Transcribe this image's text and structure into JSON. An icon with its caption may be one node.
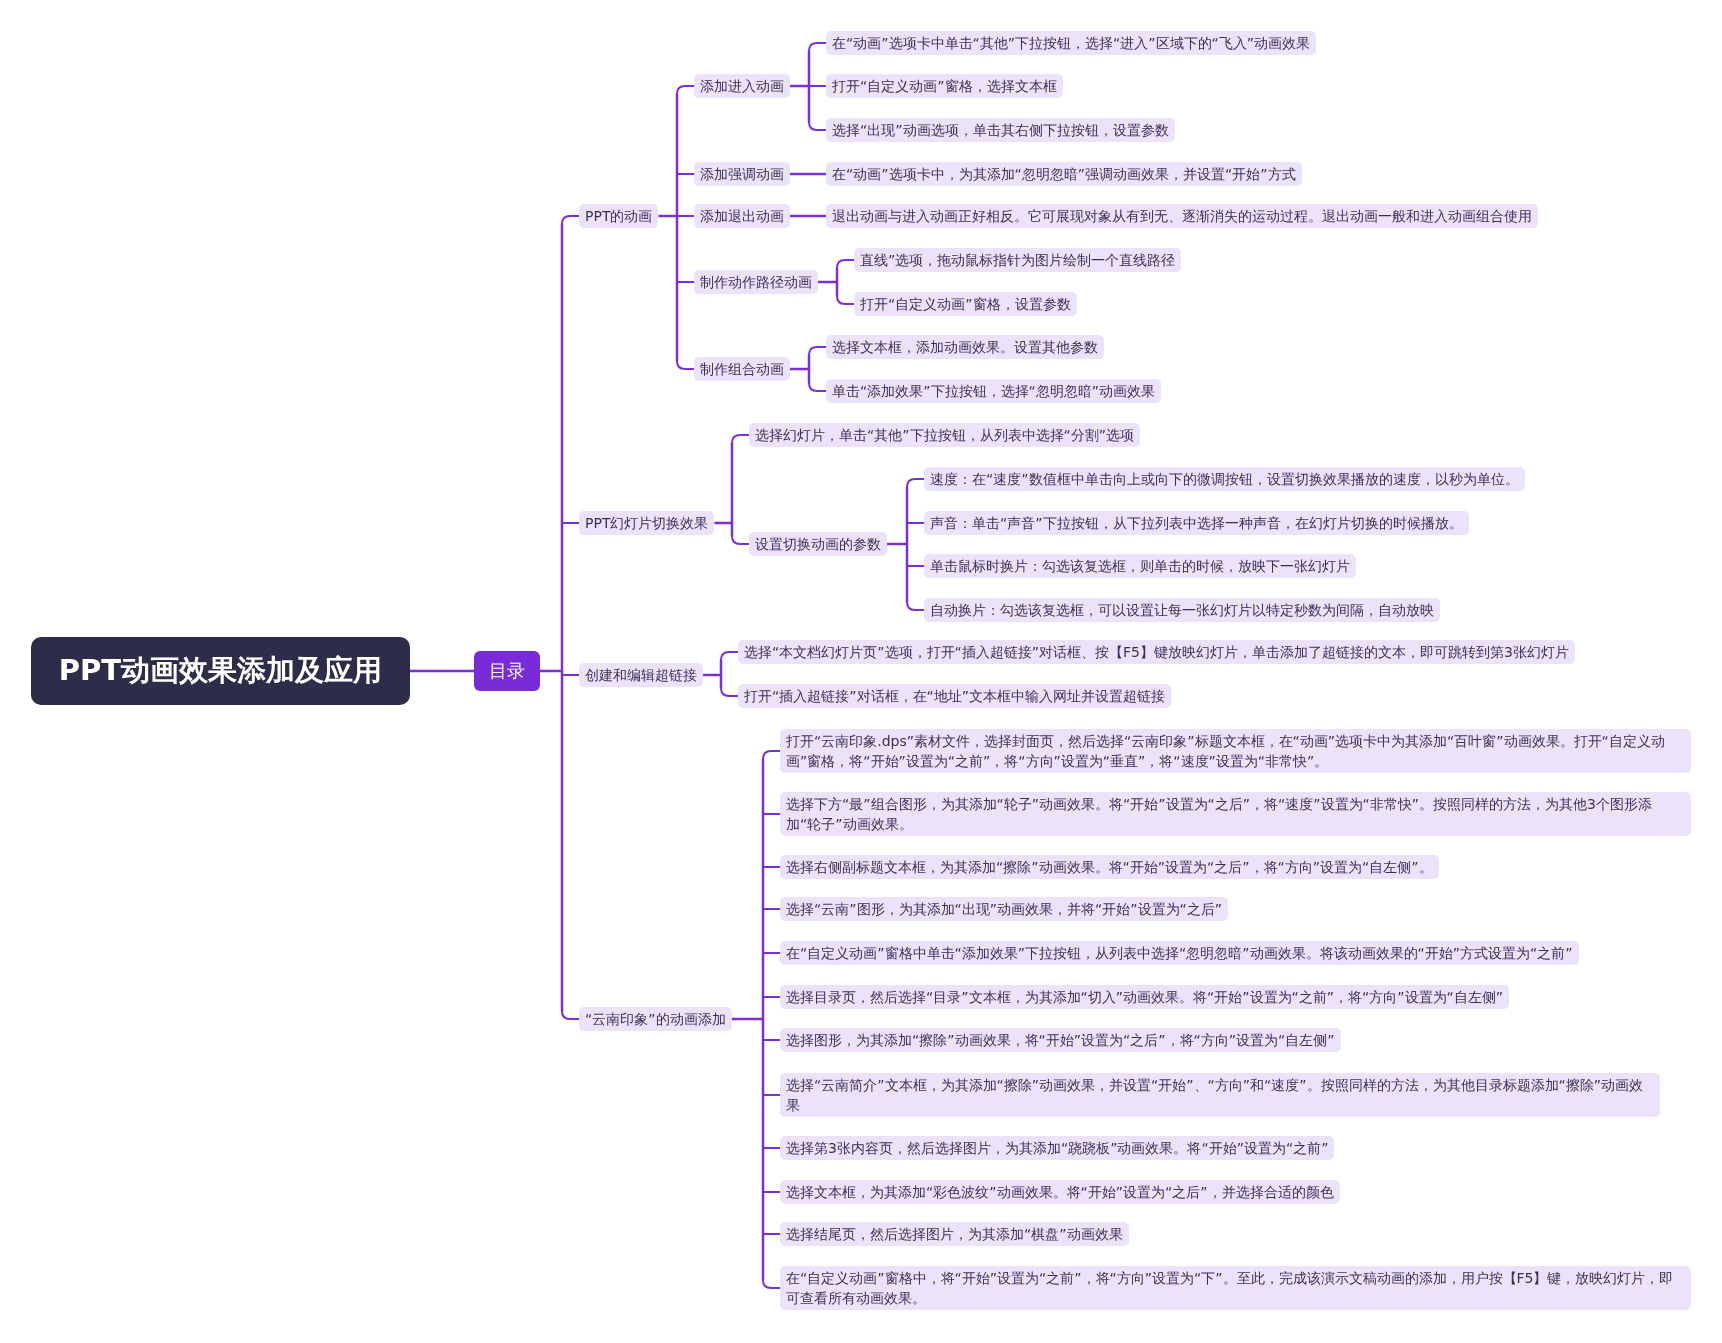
{
  "diagram": {
    "nodes": [
      {
        "text": [
          "PPT动画效果添加及应用"
        ]
      },
      {
        "text": [
          "目录"
        ]
      },
      {
        "text": [
          "PPT的动画"
        ]
      },
      {
        "text": [
          "添加进入动画"
        ]
      },
      {
        "text": [
          "在“动画”选项卡中单击“其他”下拉按钮，选择“进入”区域下的“飞入”动画效果"
        ]
      },
      {
        "text": [
          "打开“自定义动画”窗格，选择文本框"
        ]
      },
      {
        "text": [
          "选择“出现”动画选项，单击其右侧下拉按钮，设置参数"
        ]
      },
      {
        "text": [
          "添加强调动画"
        ]
      },
      {
        "text": [
          "在“动画”选项卡中，为其添加“忽明忽暗”强调动画效果，并设置“开始”方式"
        ]
      },
      {
        "text": [
          "添加退出动画"
        ]
      },
      {
        "text": [
          "退出动画与进入动画正好相反。它可展现对象从有到无、逐渐消失的运动过程。退出动画一般和进入动画组合使用"
        ]
      },
      {
        "text": [
          "制作动作路径动画"
        ]
      },
      {
        "text": [
          "直线”选项，拖动鼠标指针为图片绘制一个直线路径"
        ]
      },
      {
        "text": [
          "打开“自定义动画”窗格，设置参数"
        ]
      },
      {
        "text": [
          "制作组合动画"
        ]
      },
      {
        "text": [
          "选择文本框，添加动画效果。设置其他参数"
        ]
      },
      {
        "text": [
          "单击“添加效果”下拉按钮，选择“忽明忽暗”动画效果"
        ]
      },
      {
        "text": [
          "PPT幻灯片切换效果"
        ]
      },
      {
        "text": [
          "选择幻灯片，单击“其他”下拉按钮，从列表中选择“分割”选项"
        ]
      },
      {
        "text": [
          "设置切换动画的参数"
        ]
      },
      {
        "text": [
          "速度：在“速度”数值框中单击向上或向下的微调按钮，设置切换效果播放的速度，以秒为单位。"
        ]
      },
      {
        "text": [
          "声音：单击“声音”下拉按钮，从下拉列表中选择一种声音，在幻灯片切换的时候播放。"
        ]
      },
      {
        "text": [
          "单击鼠标时换片：勾选该复选框，则单击的时候，放映下一张幻灯片"
        ]
      },
      {
        "text": [
          "自动换片：勾选该复选框，可以设置让每一张幻灯片以特定秒数为间隔，自动放映"
        ]
      },
      {
        "text": [
          "创建和编辑超链接"
        ]
      },
      {
        "text": [
          "选择“本文档幻灯片页”选项，打开“插入超链接”对话框、按【F5】键放映幻灯片，单击添加了超链接的文本，即可跳转到第3张幻灯片"
        ]
      },
      {
        "text": [
          "打开“插入超链接”对话框，在“地址”文本框中输入网址并设置超链接"
        ]
      },
      {
        "text": [
          "“云南印象”的动画添加"
        ]
      },
      {
        "text": [
          "打开“云南印象.dps”素材文件，选择封面页，然后选择“云南印象”标题文本框，在“动画”选项卡中为其添加“百叶窗”动画效果。打开“自定义动画”窗格，将“开始”设置为“之前”，将“方向”设置为“垂直”，将“速度”设置为“非常快”。"
        ]
      },
      {
        "text": [
          "选择下方“最”组合图形，为其添加“轮子”动画效果。将“开始”设置为“之后”，将“速度”设置为“非常快”。按照同样的方法，为其他3个图形添加“轮子”动画效果。"
        ]
      },
      {
        "text": [
          "选择右侧副标题文本框，为其添加“擦除”动画效果。将“开始”设置为“之后”，将“方向”设置为“自左侧”。"
        ]
      },
      {
        "text": [
          "选择“云南”图形，为其添加“出现”动画效果，并将“开始”设置为“之后”"
        ]
      },
      {
        "text": [
          "在“自定义动画”窗格中单击“添加效果”下拉按钮，从列表中选择“忽明忽暗”动画效果。将该动画效果的“开始”方式设置为“之前”"
        ]
      },
      {
        "text": [
          "选择目录页，然后选择“目录”文本框，为其添加“切入”动画效果。将“开始”设置为“之前”，将“方向”设置为“自左侧”"
        ]
      },
      {
        "text": [
          "选择图形，为其添加“擦除”动画效果，将“开始”设置为“之后”，将“方向”设置为“自左侧”"
        ]
      },
      {
        "text": [
          "选择“云南简介”文本框，为其添加“擦除”动画效果，并设置“开始”、“方向”和“速度”。按照同样的方法，为其他目录标题添加“擦除”动画效果"
        ]
      },
      {
        "text": [
          "选择第3张内容页，然后选择图片，为其添加“跷跷板”动画效果。将“开始”设置为“之前”"
        ]
      },
      {
        "text": [
          "选择文本框，为其添加“彩色波纹”动画效果。将“开始”设置为“之后”，并选择合适的颜色"
        ]
      },
      {
        "text": [
          "选择结尾页，然后选择图片，为其添加“棋盘”动画效果"
        ]
      },
      {
        "text": [
          "在“自定义动画”窗格中，将“开始”设置为“之前”，将“方向”设置为“下”。至此，完成该演示文稿动画的添加，用户按【F5】键，放映幻灯片，即可查看所有动画效果。"
        ]
      }
    ],
    "edges": [
      {
        "from": 0,
        "to": 1,
        "arrow": "none"
      },
      {
        "from": 1,
        "to": 2,
        "arrow": "none"
      },
      {
        "from": 1,
        "to": 17,
        "arrow": "none"
      },
      {
        "from": 1,
        "to": 24,
        "arrow": "none"
      },
      {
        "from": 1,
        "to": 27,
        "arrow": "none"
      },
      {
        "from": 2,
        "to": 3,
        "arrow": "none"
      },
      {
        "from": 3,
        "to": 4,
        "arrow": "none"
      },
      {
        "from": 3,
        "to": 5,
        "arrow": "none"
      },
      {
        "from": 3,
        "to": 6,
        "arrow": "none"
      },
      {
        "from": 2,
        "to": 7,
        "arrow": "none"
      },
      {
        "from": 7,
        "to": 8,
        "arrow": "none"
      },
      {
        "from": 2,
        "to": 9,
        "arrow": "none"
      },
      {
        "from": 9,
        "to": 10,
        "arrow": "none"
      },
      {
        "from": 2,
        "to": 11,
        "arrow": "none"
      },
      {
        "from": 11,
        "to": 12,
        "arrow": "none"
      },
      {
        "from": 11,
        "to": 13,
        "arrow": "none"
      },
      {
        "from": 2,
        "to": 14,
        "arrow": "none"
      },
      {
        "from": 14,
        "to": 15,
        "arrow": "none"
      },
      {
        "from": 14,
        "to": 16,
        "arrow": "none"
      },
      {
        "from": 17,
        "to": 18,
        "arrow": "none"
      },
      {
        "from": 17,
        "to": 19,
        "arrow": "none"
      },
      {
        "from": 19,
        "to": 20,
        "arrow": "none"
      },
      {
        "from": 19,
        "to": 21,
        "arrow": "none"
      },
      {
        "from": 19,
        "to": 22,
        "arrow": "none"
      },
      {
        "from": 19,
        "to": 23,
        "arrow": "none"
      },
      {
        "from": 24,
        "to": 25,
        "arrow": "none"
      },
      {
        "from": 24,
        "to": 26,
        "arrow": "none"
      },
      {
        "from": 27,
        "to": 28,
        "arrow": "none"
      },
      {
        "from": 27,
        "to": 29,
        "arrow": "none"
      },
      {
        "from": 27,
        "to": 30,
        "arrow": "none"
      },
      {
        "from": 27,
        "to": 31,
        "arrow": "none"
      },
      {
        "from": 27,
        "to": 32,
        "arrow": "none"
      },
      {
        "from": 27,
        "to": 33,
        "arrow": "none"
      },
      {
        "from": 27,
        "to": 34,
        "arrow": "none"
      },
      {
        "from": 27,
        "to": 35,
        "arrow": "none"
      },
      {
        "from": 27,
        "to": 36,
        "arrow": "none"
      },
      {
        "from": 27,
        "to": 37,
        "arrow": "none"
      },
      {
        "from": 27,
        "to": 38,
        "arrow": "none"
      },
      {
        "from": 27,
        "to": 39,
        "arrow": "none"
      }
    ]
  }
}
